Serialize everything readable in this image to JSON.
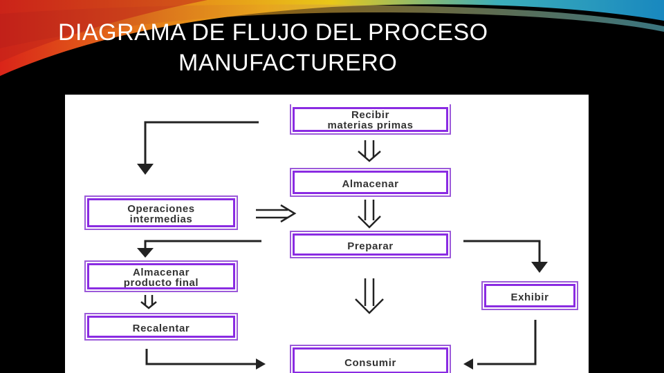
{
  "slide": {
    "title_line1": "DIAGRAMA DE FLUJO DEL PROCESO",
    "title_line2": "MANUFACTURERO"
  },
  "colors": {
    "box_border": "#8a2be2",
    "box_text": "#333333",
    "arrow": "#222222",
    "background": "#000000",
    "panel": "#ffffff"
  },
  "diagram": {
    "nodes": [
      {
        "id": "recibir",
        "label": "Recibir\nmaterias primas"
      },
      {
        "id": "almacenar",
        "label": "Almacenar"
      },
      {
        "id": "preparar",
        "label": "Preparar"
      },
      {
        "id": "consumir",
        "label": "Consumir"
      },
      {
        "id": "operaciones",
        "label": "Operaciones\nintermedias"
      },
      {
        "id": "almacenar_final",
        "label": "Almacenar\nproducto final"
      },
      {
        "id": "recalentar",
        "label": "Recalentar"
      },
      {
        "id": "exhibir",
        "label": "Exhibir"
      }
    ]
  }
}
